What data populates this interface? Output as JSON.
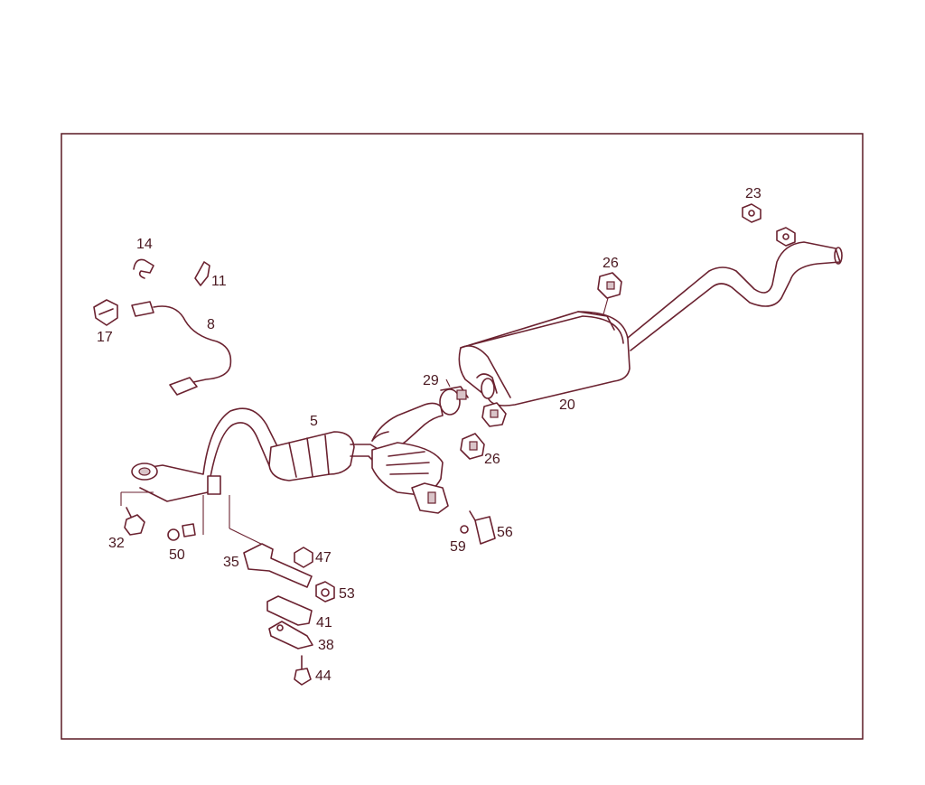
{
  "diagram": {
    "accent_color": "#6b2230",
    "part_labels": {
      "p5": "5",
      "p8": "8",
      "p11": "11",
      "p14": "14",
      "p17": "17",
      "p20": "20",
      "p23": "23",
      "p26a": "26",
      "p26b": "26",
      "p29": "29",
      "p32": "32",
      "p35": "35",
      "p38": "38",
      "p41": "41",
      "p44": "44",
      "p47": "47",
      "p50": "50",
      "p53": "53",
      "p56": "56",
      "p59": "59"
    }
  }
}
